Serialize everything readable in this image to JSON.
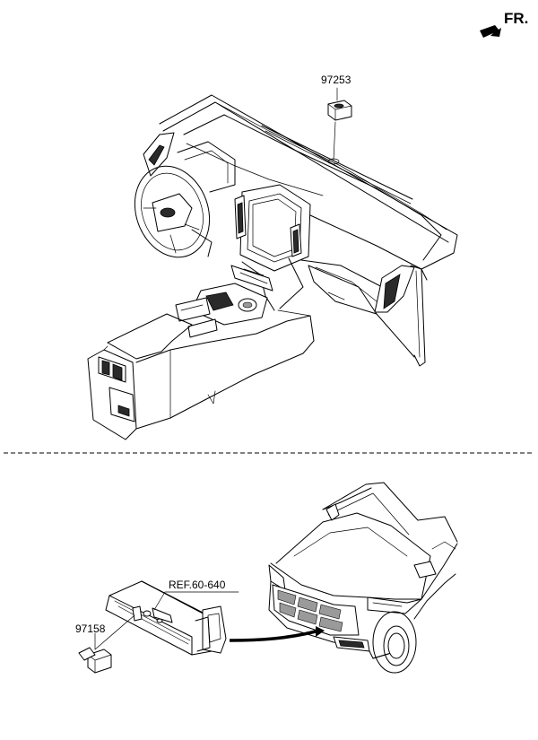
{
  "orientation": {
    "label": "FR.",
    "icon": "forward-arrow-icon"
  },
  "parts": {
    "sensor_top": {
      "number": "97253"
    },
    "sensor_bottom": {
      "number": "97158"
    },
    "reference": {
      "label": "REF.60-640"
    }
  },
  "sections": [
    "dashboard-assembly",
    "front-bumper-assembly"
  ]
}
